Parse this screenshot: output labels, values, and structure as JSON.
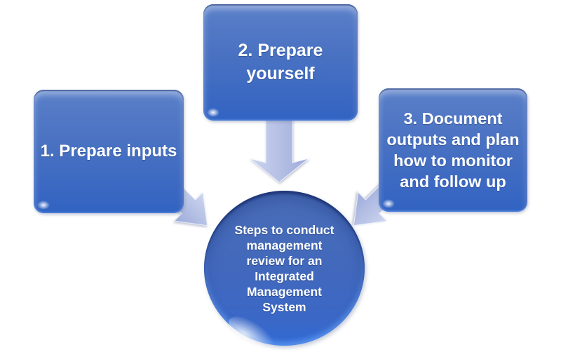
{
  "diagram": {
    "type": "converging-arrows",
    "steps": [
      {
        "label": "1. Prepare inputs"
      },
      {
        "label": "2. Prepare yourself"
      },
      {
        "label": "3. Document outputs and plan how to monitor and follow up"
      }
    ],
    "center": {
      "label": "Steps to conduct management review for an Integrated Management System"
    },
    "colors": {
      "box_top": "#5b80c9",
      "box_bottom": "#3263c2",
      "box_edge": "#2a4c9b",
      "circle_top": "#4a6db6",
      "circle_bottom": "#2f6ad4",
      "arrow_light": "#cdd5ef",
      "arrow_dark": "#9dabda",
      "text": "#ffffff",
      "background": "#ffffff"
    }
  }
}
